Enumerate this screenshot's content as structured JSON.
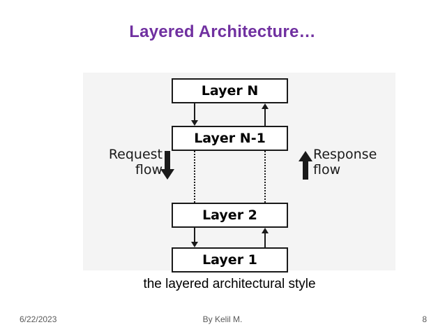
{
  "slide": {
    "title": "Layered Architecture…",
    "caption": "the layered architectural style",
    "accent_color": "#7030a0",
    "figure": {
      "background_color": "#f4f4f4",
      "layers": [
        {
          "label": "Layer N"
        },
        {
          "label": "Layer N-1"
        },
        {
          "label": "Layer 2"
        },
        {
          "label": "Layer 1"
        }
      ],
      "left_label": "Request\nflow",
      "left_label_line1": "Request",
      "left_label_line2": "flow",
      "right_label_line1": "Response",
      "right_label_line2": "flow",
      "left_flow_direction": "down",
      "right_flow_direction": "up"
    }
  },
  "footer": {
    "date": "6/22/2023",
    "author": "By Kelil M.",
    "page_number": "8"
  }
}
